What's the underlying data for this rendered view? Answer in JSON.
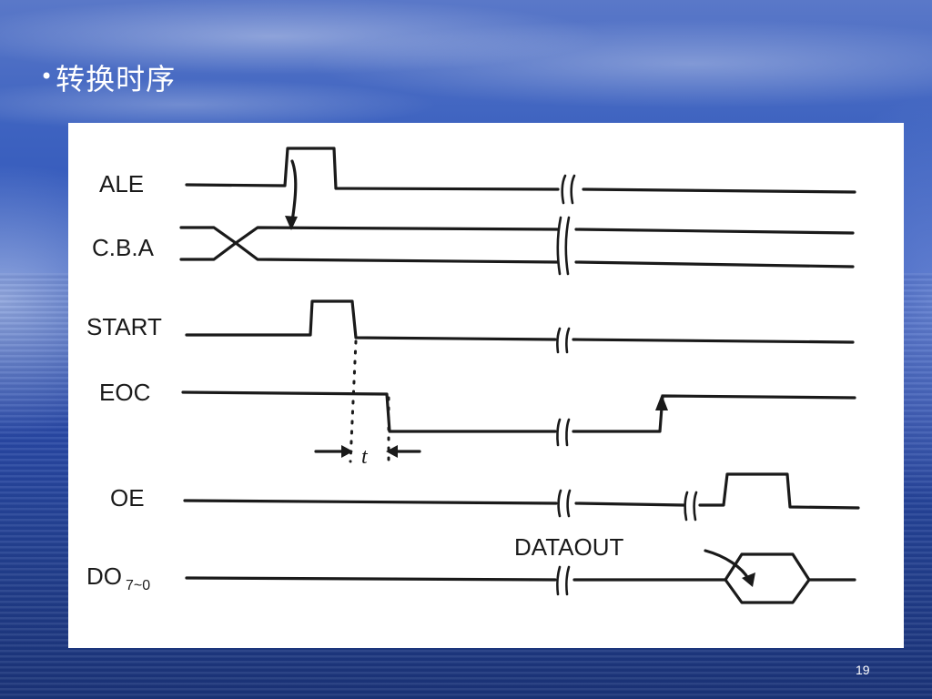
{
  "slide": {
    "bullet": "•",
    "title": "转换时序",
    "page_number": "19"
  },
  "diagram": {
    "signals": {
      "ale": "ALE",
      "cba": "C.B.A",
      "start": "START",
      "eoc": "EOC",
      "oe": "OE",
      "do_main": "DO",
      "do_sub": "7~0"
    },
    "interval_label": "t",
    "dataout_label": "DATAOUT"
  }
}
